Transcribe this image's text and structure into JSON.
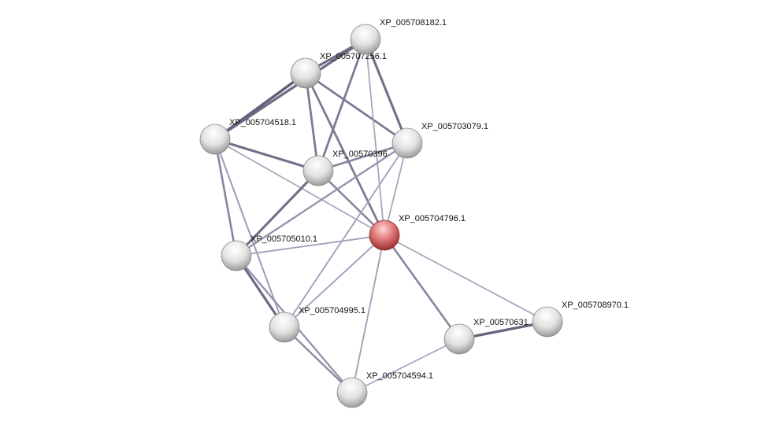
{
  "network": {
    "nodes": [
      {
        "id": "n182",
        "label": "XP_005708182.1",
        "highlight": false
      },
      {
        "id": "n256",
        "label": "XP_005707256.1",
        "highlight": false
      },
      {
        "id": "n518",
        "label": "XP_005704518.1",
        "highlight": false
      },
      {
        "id": "n3079",
        "label": "XP_005703079.1",
        "highlight": false
      },
      {
        "id": "n3964",
        "label": "XP_00570396",
        "highlight": false
      },
      {
        "id": "n4796",
        "label": "XP_005704796.1",
        "highlight": true
      },
      {
        "id": "n5010",
        "label": "XP_005705010.1",
        "highlight": false
      },
      {
        "id": "n4995",
        "label": "XP_005704995.1",
        "highlight": false
      },
      {
        "id": "n6310",
        "label": "XP_00570631",
        "highlight": false
      },
      {
        "id": "n8970",
        "label": "XP_005708970.1",
        "highlight": false
      },
      {
        "id": "n4594",
        "label": "XP_005704594.1",
        "highlight": false
      }
    ],
    "edges": [
      {
        "a": "n256",
        "b": "n518",
        "confidence": 0.95
      },
      {
        "a": "n182",
        "b": "n518",
        "confidence": 0.85
      },
      {
        "a": "n256",
        "b": "n182",
        "confidence": 0.85
      },
      {
        "a": "n256",
        "b": "n3964",
        "confidence": 0.7
      },
      {
        "a": "n256",
        "b": "n3079",
        "confidence": 0.7
      },
      {
        "a": "n256",
        "b": "n4796",
        "confidence": 0.7
      },
      {
        "a": "n182",
        "b": "n3964",
        "confidence": 0.7
      },
      {
        "a": "n182",
        "b": "n3079",
        "confidence": 0.8
      },
      {
        "a": "n182",
        "b": "n4796",
        "confidence": 0.3
      },
      {
        "a": "n518",
        "b": "n3964",
        "confidence": 0.8
      },
      {
        "a": "n518",
        "b": "n5010",
        "confidence": 0.6
      },
      {
        "a": "n518",
        "b": "n4796",
        "confidence": 0.3
      },
      {
        "a": "n518",
        "b": "n4995",
        "confidence": 0.4
      },
      {
        "a": "n3964",
        "b": "n3079",
        "confidence": 0.6
      },
      {
        "a": "n3964",
        "b": "n5010",
        "confidence": 0.8
      },
      {
        "a": "n3964",
        "b": "n4796",
        "confidence": 0.6
      },
      {
        "a": "n3079",
        "b": "n4796",
        "confidence": 0.3
      },
      {
        "a": "n3079",
        "b": "n5010",
        "confidence": 0.5
      },
      {
        "a": "n3079",
        "b": "n4995",
        "confidence": 0.35
      },
      {
        "a": "n4796",
        "b": "n5010",
        "confidence": 0.35
      },
      {
        "a": "n4796",
        "b": "n4995",
        "confidence": 0.35
      },
      {
        "a": "n4796",
        "b": "n6310",
        "confidence": 0.6
      },
      {
        "a": "n4796",
        "b": "n8970",
        "confidence": 0.3
      },
      {
        "a": "n4796",
        "b": "n4594",
        "confidence": 0.35
      },
      {
        "a": "n5010",
        "b": "n4995",
        "confidence": 0.85
      },
      {
        "a": "n5010",
        "b": "n4594",
        "confidence": 0.5
      },
      {
        "a": "n4995",
        "b": "n4594",
        "confidence": 0.55
      },
      {
        "a": "n6310",
        "b": "n8970",
        "confidence": 0.9
      },
      {
        "a": "n6310",
        "b": "n4594",
        "confidence": 0.3
      }
    ]
  }
}
